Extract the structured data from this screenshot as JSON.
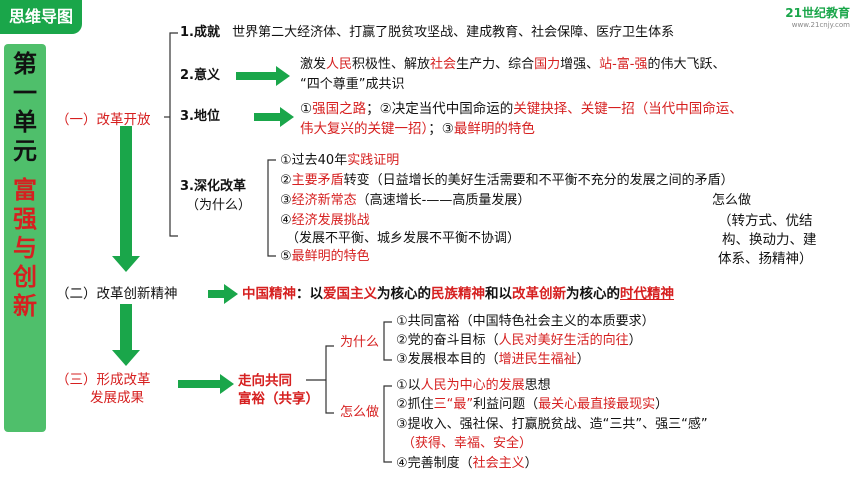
{
  "header": {
    "tag": "思维导图",
    "logo": "21世纪教育",
    "logo_sub": "www.21cnjy.com"
  },
  "sidebar": {
    "title": "第一单元",
    "subtitle": "富强与创新"
  },
  "sections": {
    "s1": "（一）改革开放",
    "s2": "（二）改革创新精神",
    "s3": "（三）形成改革",
    "s3b": "发展成果"
  },
  "s1": {
    "i1": {
      "label": "1.成就",
      "text": "世界第二大经济体、打赢了脱贫攻坚战、建成教育、社会保障、医疗卫生体系"
    },
    "i2": {
      "label": "2.意义",
      "l1": [
        "激发",
        "人民",
        "积极性、解放",
        "社会",
        "生产力、综合",
        "国力",
        "增强、",
        "站-富-强",
        "的伟大飞跃、"
      ],
      "l2": "“四个尊重”成共识"
    },
    "i3": {
      "label": "3.地位",
      "l1": [
        "①",
        "强国之路",
        "；②决定当代中国命运的",
        "关键抉择、关键一招（当代中国命运、"
      ],
      "l2": [
        "伟大复兴的关键一招）",
        "；③",
        "最鲜明的特色"
      ]
    },
    "i4": {
      "label": "3.深化改革",
      "label2": "（为什么）",
      "r1": [
        "①过去40年",
        "实践证明"
      ],
      "r2": [
        "②",
        "主要矛盾",
        "转变（日益增长的美好生活需要和不平衡不充分的发展之间的矛盾）"
      ],
      "r3": [
        "③",
        "经济新常态",
        "（高速增长-——高质量发展）"
      ],
      "r4": [
        "④",
        "经济发展挑战"
      ],
      "r5": "（发展不平衡、城乡发展不平衡不协调）",
      "r6": [
        "⑤",
        "最鲜明的特色"
      ],
      "how_title": "怎么做",
      "how": [
        "（转方式、优结",
        "构、换动力、建",
        "体系、扬精神）"
      ]
    }
  },
  "s2": {
    "parts": [
      "中国精神",
      "：以",
      "爱国主义",
      "为核心的",
      "民族精神",
      "和以",
      "改革创新",
      "为核心的",
      "时代精神"
    ]
  },
  "s3": {
    "node1": "走向共同",
    "node2": "富裕（共享）",
    "why": "为什么",
    "how": "怎么做",
    "w1": "①共同富裕（中国特色社会主义的本质要求）",
    "w2": [
      "②党的奋斗目标（",
      "人民对美好生活的向往",
      "）"
    ],
    "w3": [
      "③发展根本目的（",
      "增进民生福祉",
      "）"
    ],
    "h1": [
      "①以",
      "人民为中心的发展",
      "思想"
    ],
    "h2": [
      "②抓住",
      "三“最”",
      "利益问题（",
      "最关心最直接最现实",
      "）"
    ],
    "h3": "③提收入、强社保、打赢脱贫战、造“三共”、强三“感”",
    "h3b": "（获得、幸福、安全）",
    "h4": [
      "④完善制度（",
      "社会主义",
      "）"
    ]
  },
  "colors": {
    "accent_green": "#1aa64a",
    "red": "#d62020"
  }
}
